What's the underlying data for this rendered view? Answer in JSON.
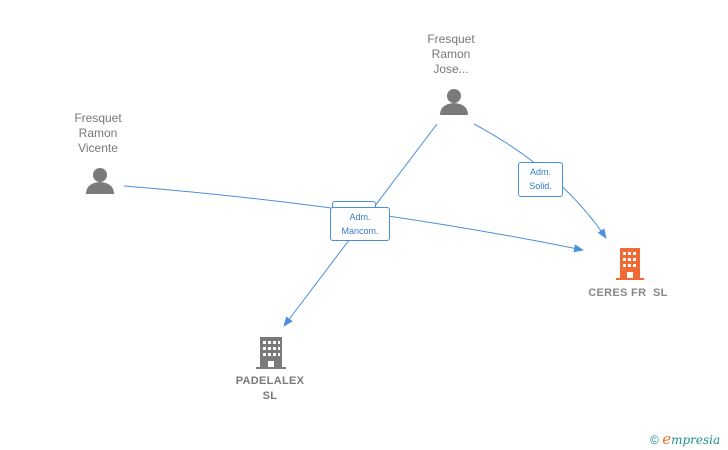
{
  "persons": [
    {
      "id": "p1",
      "label_lines": [
        "Fresquet",
        "Ramon",
        "Vicente"
      ]
    },
    {
      "id": "p2",
      "label_lines": [
        "Fresquet",
        "Ramon",
        "Jose..."
      ]
    }
  ],
  "companies": [
    {
      "id": "c1",
      "label_lines": [
        "CERES FR  SL"
      ],
      "color": "#f06a35"
    },
    {
      "id": "c2",
      "label_lines": [
        "PADELALEX",
        "SL"
      ],
      "color": "#7a7a7a"
    }
  ],
  "edges": [
    {
      "from": "p1",
      "to": "c1",
      "label_lines": [
        "Adm.",
        "Mancom."
      ]
    },
    {
      "from": "p2",
      "to": "c2",
      "label_lines": [
        "Adm.",
        "Mancom."
      ]
    },
    {
      "from": "p2",
      "to": "c1",
      "label_lines": [
        "Adm.",
        "Solid."
      ]
    }
  ],
  "colors": {
    "edge": "#4a8fd9",
    "person_icon": "#7a7a7a"
  },
  "footer": {
    "copyright": "©",
    "brand_initial": "e",
    "brand_rest": "mpresia"
  }
}
